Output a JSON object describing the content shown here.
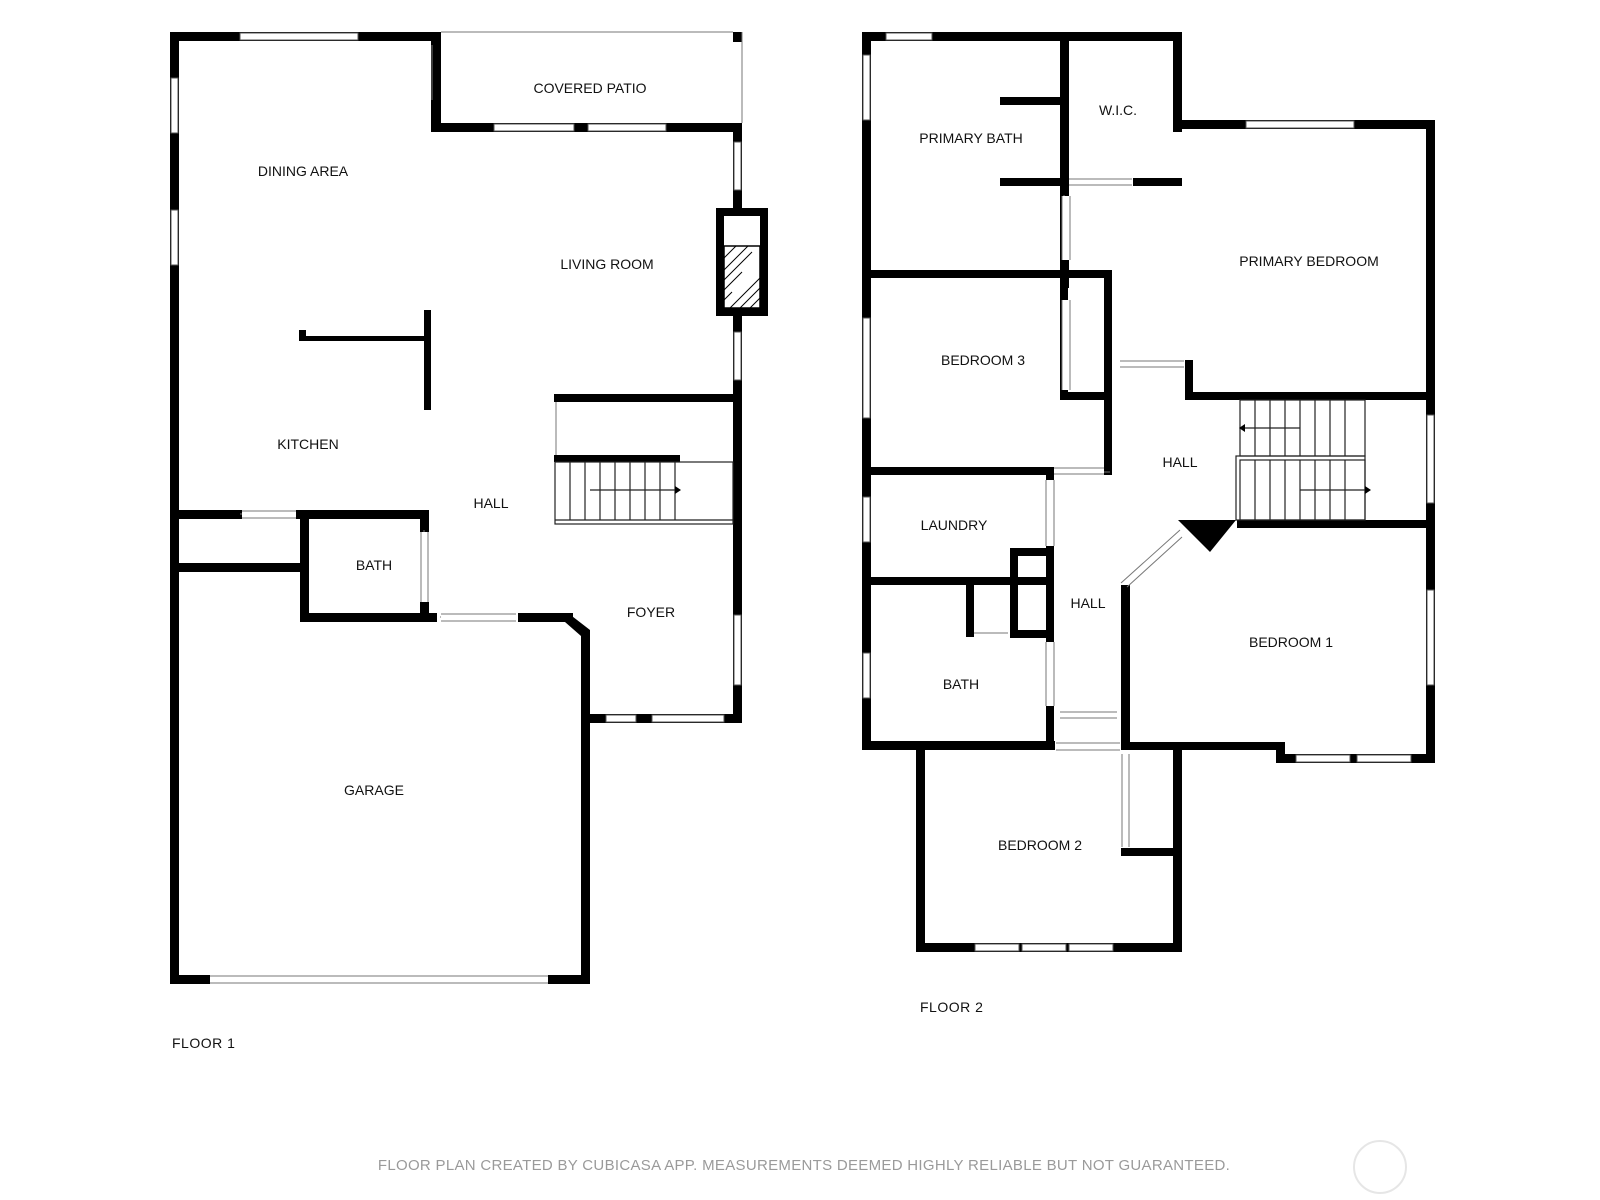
{
  "floor1": {
    "caption": "FLOOR 1",
    "rooms": {
      "covered_patio": "COVERED PATIO",
      "dining_area": "DINING AREA",
      "living_room": "LIVING ROOM",
      "kitchen": "KITCHEN",
      "hall": "HALL",
      "bath": "BATH",
      "foyer": "FOYER",
      "garage": "GARAGE"
    }
  },
  "floor2": {
    "caption": "FLOOR 2",
    "rooms": {
      "primary_bath": "PRIMARY BATH",
      "wic": "W.I.C.",
      "primary_bedroom": "PRIMARY BEDROOM",
      "bedroom3": "BEDROOM 3",
      "hall_upper": "HALL",
      "laundry": "LAUNDRY",
      "hall_lower": "HALL",
      "bath": "BATH",
      "bedroom1": "BEDROOM 1",
      "bedroom2": "BEDROOM 2"
    }
  },
  "footer": {
    "disclaimer": "FLOOR PLAN CREATED BY CUBICASA APP. MEASUREMENTS DEEMED HIGHLY RELIABLE BUT NOT GUARANTEED."
  }
}
